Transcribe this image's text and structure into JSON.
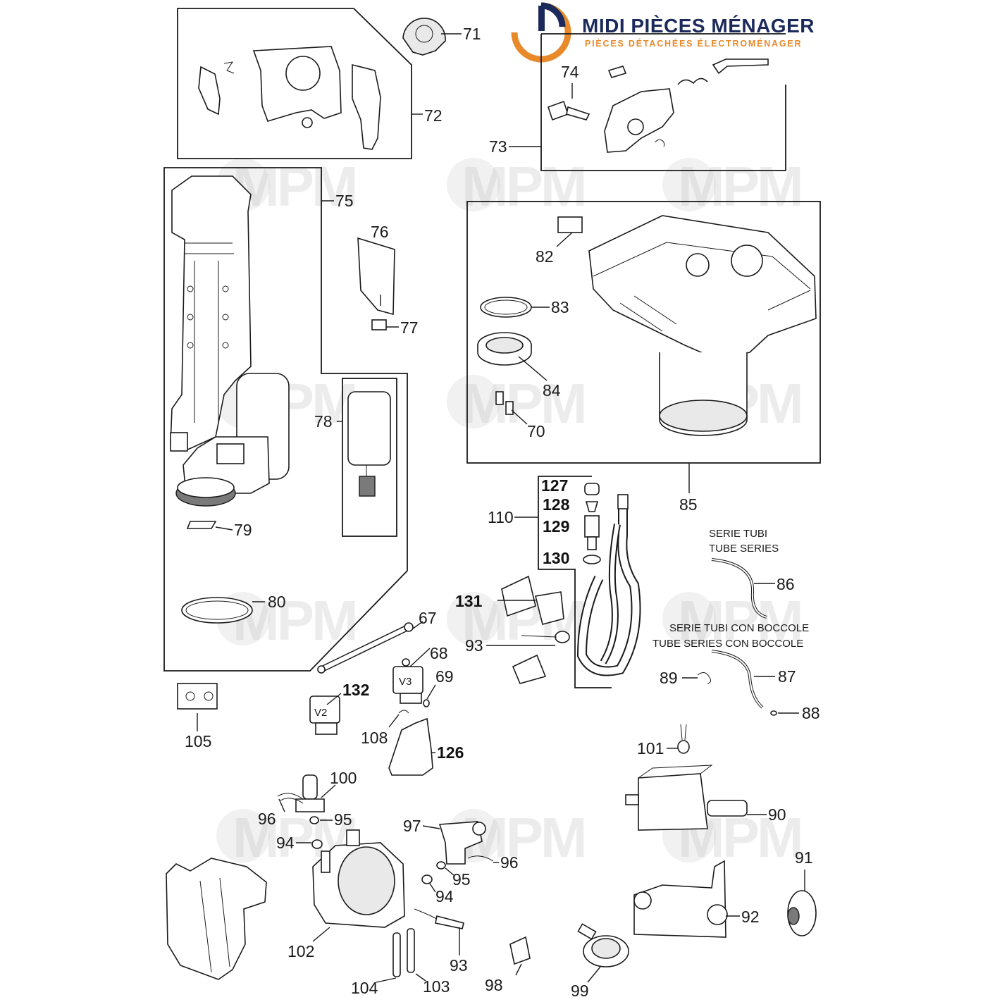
{
  "brand": {
    "title": "MIDI PIÈCES MÉNAGER",
    "subtitle": "PIÈCES DÉTACHÉES ÉLECTROMÉNAGER",
    "watermark": "MPM",
    "colors": {
      "navy": "#1b2a5b",
      "orange": "#e8892b"
    }
  },
  "callouts": {
    "c67": "67",
    "c68": "68",
    "c69": "69",
    "c70": "70",
    "c71": "71",
    "c72": "72",
    "c73": "73",
    "c74": "74",
    "c75": "75",
    "c76": "76",
    "c77": "77",
    "c78": "78",
    "c79": "79",
    "c80": "80",
    "c82": "82",
    "c83": "83",
    "c84": "84",
    "c85": "85",
    "c86": "86",
    "c87": "87",
    "c88": "88",
    "c89": "89",
    "c90": "90",
    "c91": "91",
    "c92": "92",
    "c93a": "93",
    "c93b": "93",
    "c94a": "94",
    "c94b": "94",
    "c95a": "95",
    "c95b": "95",
    "c96a": "96",
    "c96b": "96",
    "c97": "97",
    "c98": "98",
    "c99": "99",
    "c100": "100",
    "c101": "101",
    "c102": "102",
    "c103": "103",
    "c104": "104",
    "c105": "105",
    "c108": "108",
    "c110": "110",
    "c126": "126",
    "c127": "127",
    "c128": "128",
    "c129": "129",
    "c130": "130",
    "c131": "131",
    "c132": "132"
  },
  "notes": {
    "serie_tubi": "SERIE TUBI",
    "tube_series": "TUBE SERIES",
    "serie_tubi_boccole": "SERIE TUBI CON BOCCOLE",
    "tube_series_boccole": "TUBE SERIES CON BOCCOLE"
  },
  "valve_labels": {
    "v2": "V2",
    "v3": "V3"
  }
}
